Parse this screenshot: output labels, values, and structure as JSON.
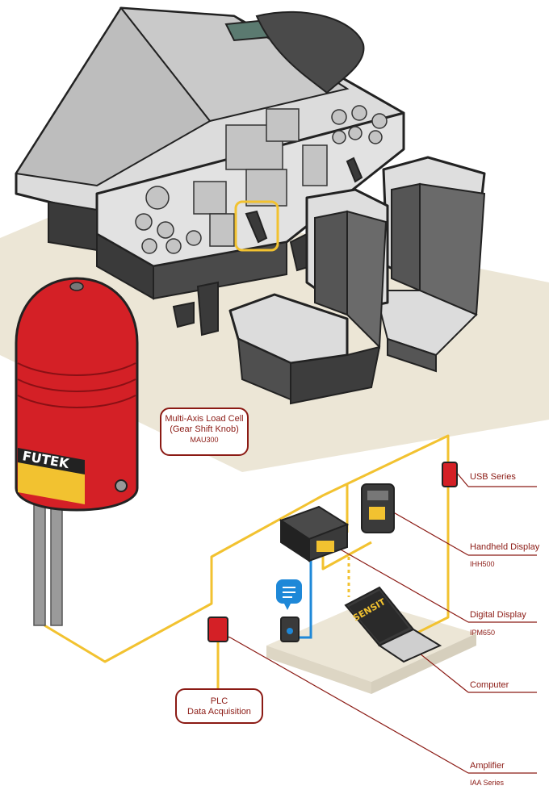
{
  "colors": {
    "accent": "#8b1a14",
    "cable": "#f2c230",
    "cable_blue": "#1e88d8",
    "load_cell": "#d42026",
    "floor": "#ece6d6",
    "chassis": "#d9d9d9",
    "seat": "#555555"
  },
  "load_cell": {
    "brand": "FUTEK"
  },
  "laptop": {
    "brand": "SENSIT"
  },
  "callouts": {
    "load_cell": {
      "line1": "Multi-Axis Load Cell",
      "line2": "(Gear Shift Knob)",
      "model": "MAU300"
    },
    "plc": {
      "line1": "PLC",
      "line2": "Data Acquisition"
    }
  },
  "labels": {
    "usb": {
      "title": "USB Series"
    },
    "handheld": {
      "title": "Handheld Display",
      "model": "IHH500"
    },
    "digital": {
      "title": "Digital Display",
      "model": "IPM650"
    },
    "computer": {
      "title": "Computer"
    },
    "amplifier": {
      "title": "Amplifier",
      "model": "IAA Series"
    }
  },
  "icons": {
    "wireless": "wireless-bubble-icon",
    "highlight": "highlight-box-icon"
  }
}
